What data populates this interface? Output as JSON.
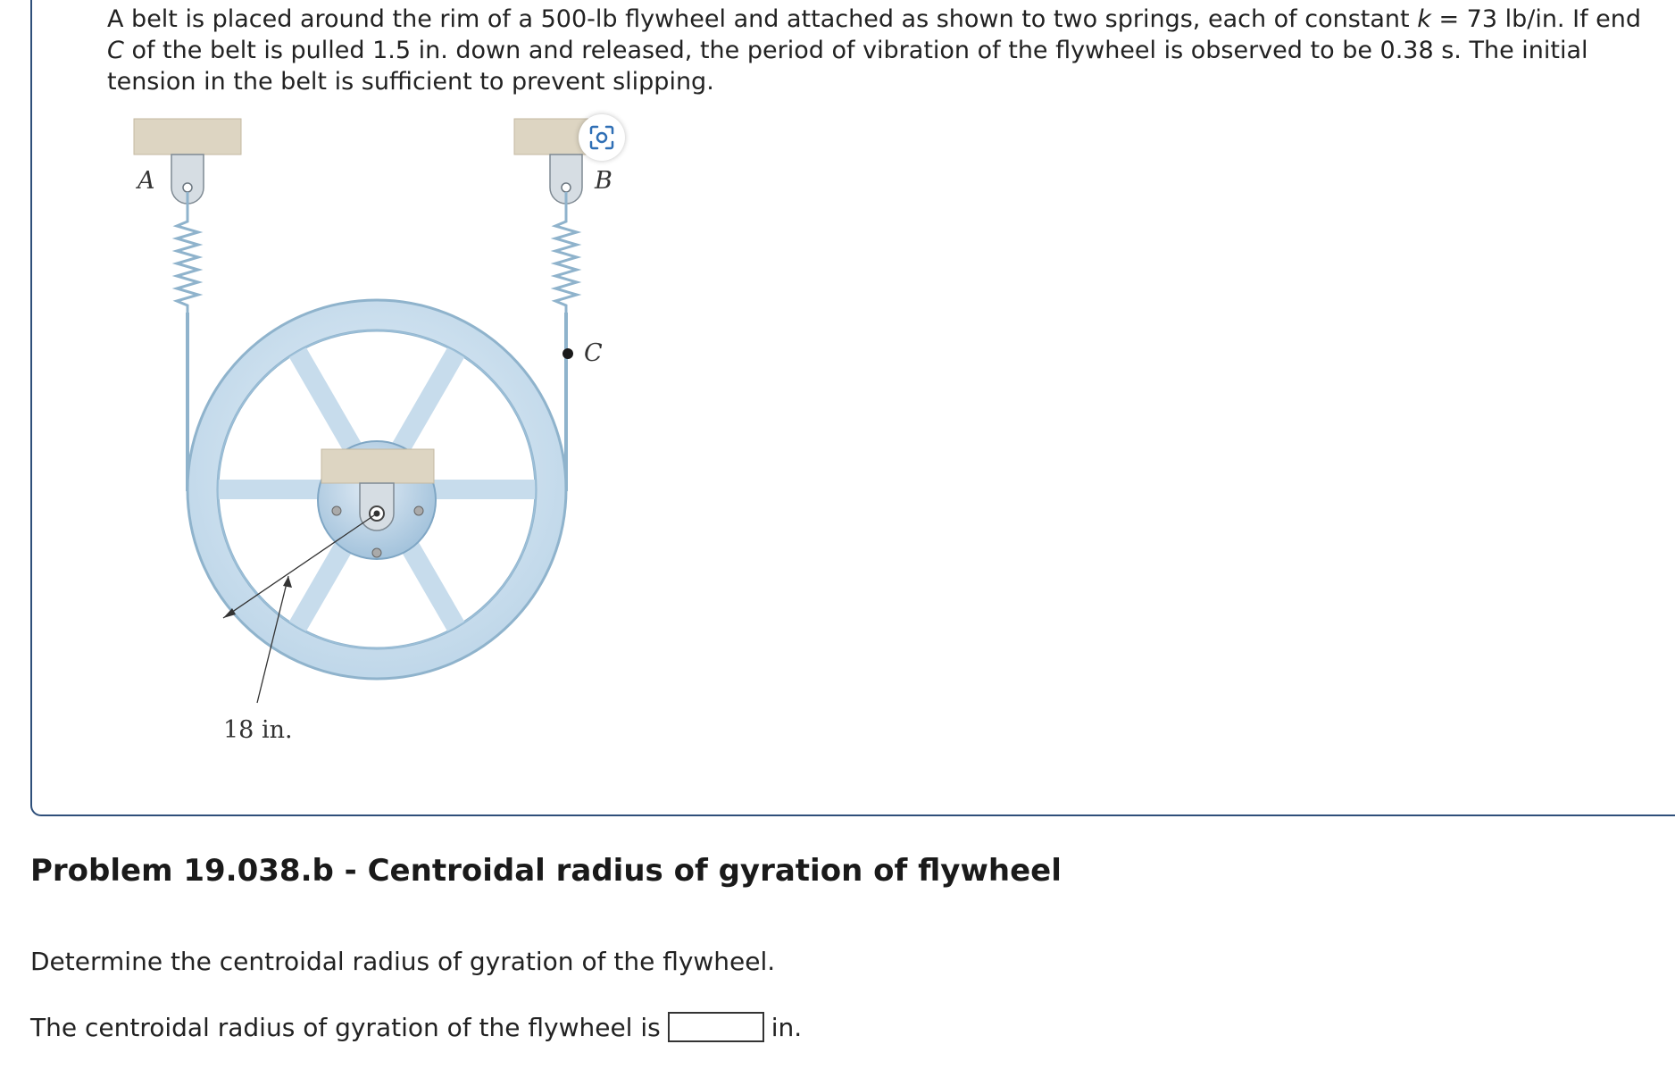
{
  "problem": {
    "stem_part1": "A belt is placed around the rim of a 500-lb flywheel and attached as shown to two springs, each of constant ",
    "stem_var_k": "k",
    "stem_part2": " = 73 lb/in. If end ",
    "stem_var_c": "C",
    "stem_part3": " of the belt is pulled 1.5 in. down and released, the period of vibration of the flywheel is observed to be 0.38 s. The initial tension in the belt is sufficient to prevent slipping."
  },
  "figure": {
    "label_a": "A",
    "label_b": "B",
    "label_c": "C",
    "dimension": "18 in.",
    "focus_icon": "focus-camera-icon"
  },
  "part": {
    "title": "Problem 19.038.b - Centroidal radius of gyration of flywheel",
    "question": "Determine the centroidal radius of gyration of the flywheel.",
    "answer_prefix": "The centroidal radius of gyration of the flywheel is",
    "answer_value": "",
    "answer_unit": "in."
  },
  "colors": {
    "panel_border": "#2e4f7a",
    "wheel_fill": "#cfe2f0",
    "wheel_stroke": "#8fb3cc",
    "support_fill": "#ddd5c2",
    "icon_blue": "#2f6fb5"
  }
}
